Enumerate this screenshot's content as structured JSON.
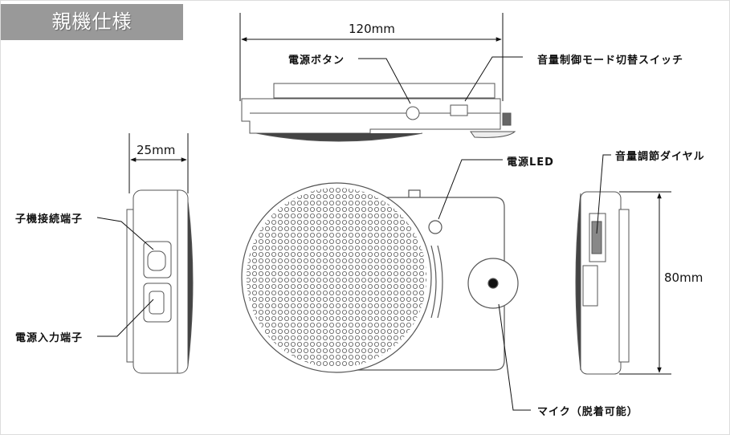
{
  "header": {
    "title": "親機仕様"
  },
  "dimensions": {
    "width": "120mm",
    "depth": "25mm",
    "height": "80mm"
  },
  "labels": {
    "power_button": "電源ボタン",
    "volume_mode_switch": "音量制御モード切替スイッチ",
    "power_led": "電源LED",
    "volume_dial": "音量調節ダイヤル",
    "child_port": "子機接続端子",
    "power_input": "電源入力端子",
    "microphone": "マイク（脱着可能）"
  }
}
